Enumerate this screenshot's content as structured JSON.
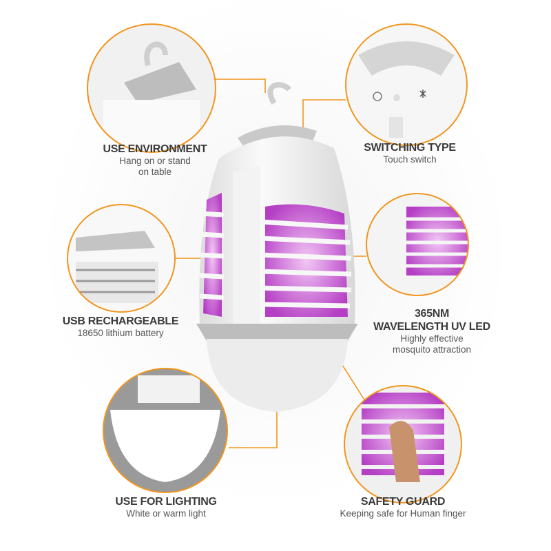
{
  "colors": {
    "accent": "#f0961e",
    "uv": "#c85ad2",
    "body": "#f2f2f2"
  },
  "features": [
    {
      "title": "USE ENVIRONMENT",
      "subtitle": [
        "Hang on or stand",
        "on table"
      ],
      "icon": "hook-icon"
    },
    {
      "title": "SWITCHING TYPE",
      "subtitle": [
        "Touch switch"
      ],
      "icon": "touch-switch-icon"
    },
    {
      "title": "USB RECHARGEABLE",
      "subtitle": [
        "18650 lithium battery"
      ],
      "icon": "usb-port-icon"
    },
    {
      "title": "365NM",
      "title2": "WAVELENGTH UV LED",
      "subtitle": [
        "Highly effective",
        "mosquito attraction"
      ],
      "icon": "uv-led-icon"
    },
    {
      "title": "USE FOR LIGHTING",
      "subtitle": [
        "White or warm light"
      ],
      "icon": "lamp-light-icon"
    },
    {
      "title": "SAFETY GUARD",
      "subtitle": [
        "Keeping safe for Human finger"
      ],
      "icon": "finger-guard-icon"
    }
  ]
}
